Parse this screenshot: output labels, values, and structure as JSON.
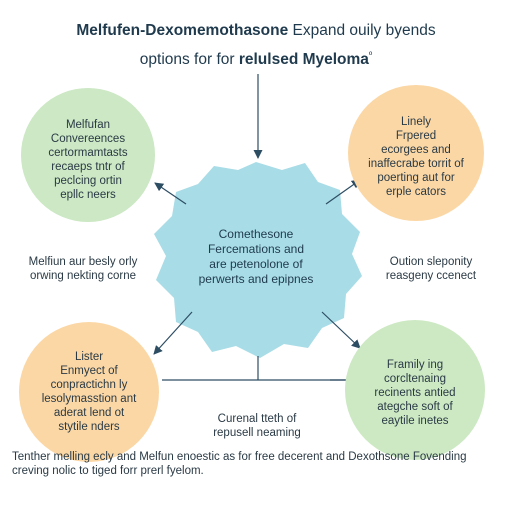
{
  "title": {
    "line1_bold": "Melfufen-Dexomemothasone",
    "line1_rest": " Expand ouily byends",
    "line2_pre": "options for for ",
    "line2_bold": "relulsed Myeloma",
    "line2_mark": "º"
  },
  "nodes": {
    "top_left": [
      "Melfufan",
      "Convereences",
      "certormamtasts",
      "recaeps  tntr of",
      "peclcing ortin",
      "epllc neers"
    ],
    "top_right": [
      "Linely",
      "Frpered",
      "ecorgees and",
      "inaffecrabe torrit of",
      "poerting aut for",
      "erple cators"
    ],
    "bottom_left": [
      "Lister",
      "Enmyect of",
      "conpractichn ly",
      "lesolymasstion ant",
      "aderat lend ot",
      "stytile nders"
    ],
    "bottom_right": [
      "Framily ing",
      "corcltenaing",
      "recinents antied",
      "ategche soft of",
      "eaytile inetes"
    ]
  },
  "center": [
    "Comethesone",
    "Fercemations and",
    "are petenolone of",
    "perwerts and epipnes"
  ],
  "side_left": [
    "Melfiun aur besly orly",
    "orwing nekting corne"
  ],
  "side_right": [
    "Oution sleponity",
    "reasgeny ccenect"
  ],
  "bottom_center": [
    "Curenal tteth of",
    "repusell neaming"
  ],
  "footer": [
    "Tenther melling ecly and Melfun enoestic as for free decerent and Dexothsone Fovending",
    "creving nolic to tiged forr prerl fyelom."
  ],
  "colors": {
    "green_node": "#cce8c4",
    "orange_node": "#fbd7a5",
    "center_fill": "#a8dce6",
    "connector": "#2d4d63",
    "title": "#1f3a4d"
  }
}
